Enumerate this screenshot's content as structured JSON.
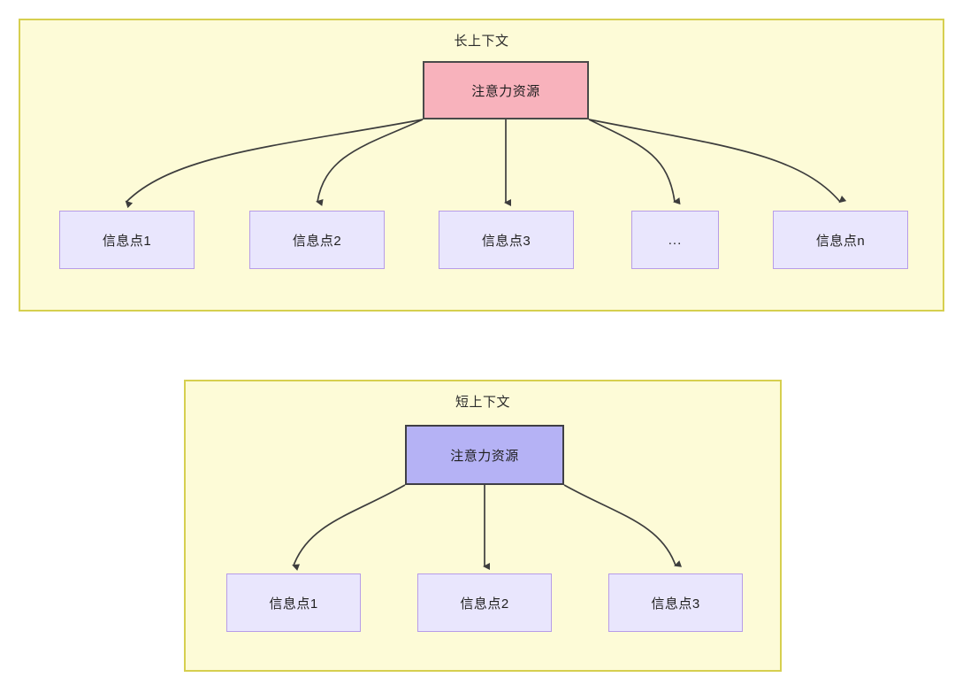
{
  "diagram": {
    "type": "attention-distribution-diagram",
    "panels": [
      {
        "id": "long-context",
        "title": "长上下文",
        "root": {
          "label": "注意力资源",
          "fill": "#f8b2bc",
          "stroke": "#4a4a4a"
        },
        "targets": [
          {
            "label": "信息点1"
          },
          {
            "label": "信息点2"
          },
          {
            "label": "信息点3"
          },
          {
            "label": "..."
          },
          {
            "label": "信息点n"
          }
        ]
      },
      {
        "id": "short-context",
        "title": "短上下文",
        "root": {
          "label": "注意力资源",
          "fill": "#b5b2f5",
          "stroke": "#3f3f45"
        },
        "targets": [
          {
            "label": "信息点1"
          },
          {
            "label": "信息点2"
          },
          {
            "label": "信息点3"
          }
        ]
      }
    ],
    "colors": {
      "panel_fill": "#fdfbd7",
      "panel_border": "#d6cf4f",
      "info_fill": "#e9e6fd",
      "info_border": "#b79ce8",
      "edge": "#3d3d3d"
    }
  }
}
